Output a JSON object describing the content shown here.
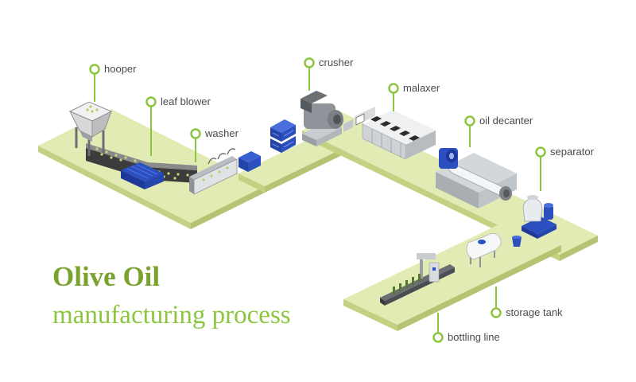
{
  "title": {
    "line1": "Olive Oil",
    "line2": "manufacturing process"
  },
  "colors": {
    "accent": "#8cc63f",
    "platform_top": "#e2ebb3",
    "platform_side": "#c3d182",
    "machine_gray": "#9aa0a6",
    "machine_blue": "#2c4fc0"
  },
  "stages": [
    {
      "key": "hooper",
      "label": "hooper",
      "icon": "hopper-icon"
    },
    {
      "key": "leaf_blower",
      "label": "leaf blower",
      "icon": "leaf-blower-icon"
    },
    {
      "key": "washer",
      "label": "washer",
      "icon": "washer-icon"
    },
    {
      "key": "crusher",
      "label": "crusher",
      "icon": "crusher-icon"
    },
    {
      "key": "malaxer",
      "label": "malaxer",
      "icon": "malaxer-icon"
    },
    {
      "key": "oil_decanter",
      "label": "oil decanter",
      "icon": "decanter-icon"
    },
    {
      "key": "separator",
      "label": "separator",
      "icon": "separator-icon"
    },
    {
      "key": "storage_tank",
      "label": "storage tank",
      "icon": "storage-tank-icon"
    },
    {
      "key": "bottling_line",
      "label": "bottling line",
      "icon": "bottling-line-icon"
    }
  ]
}
